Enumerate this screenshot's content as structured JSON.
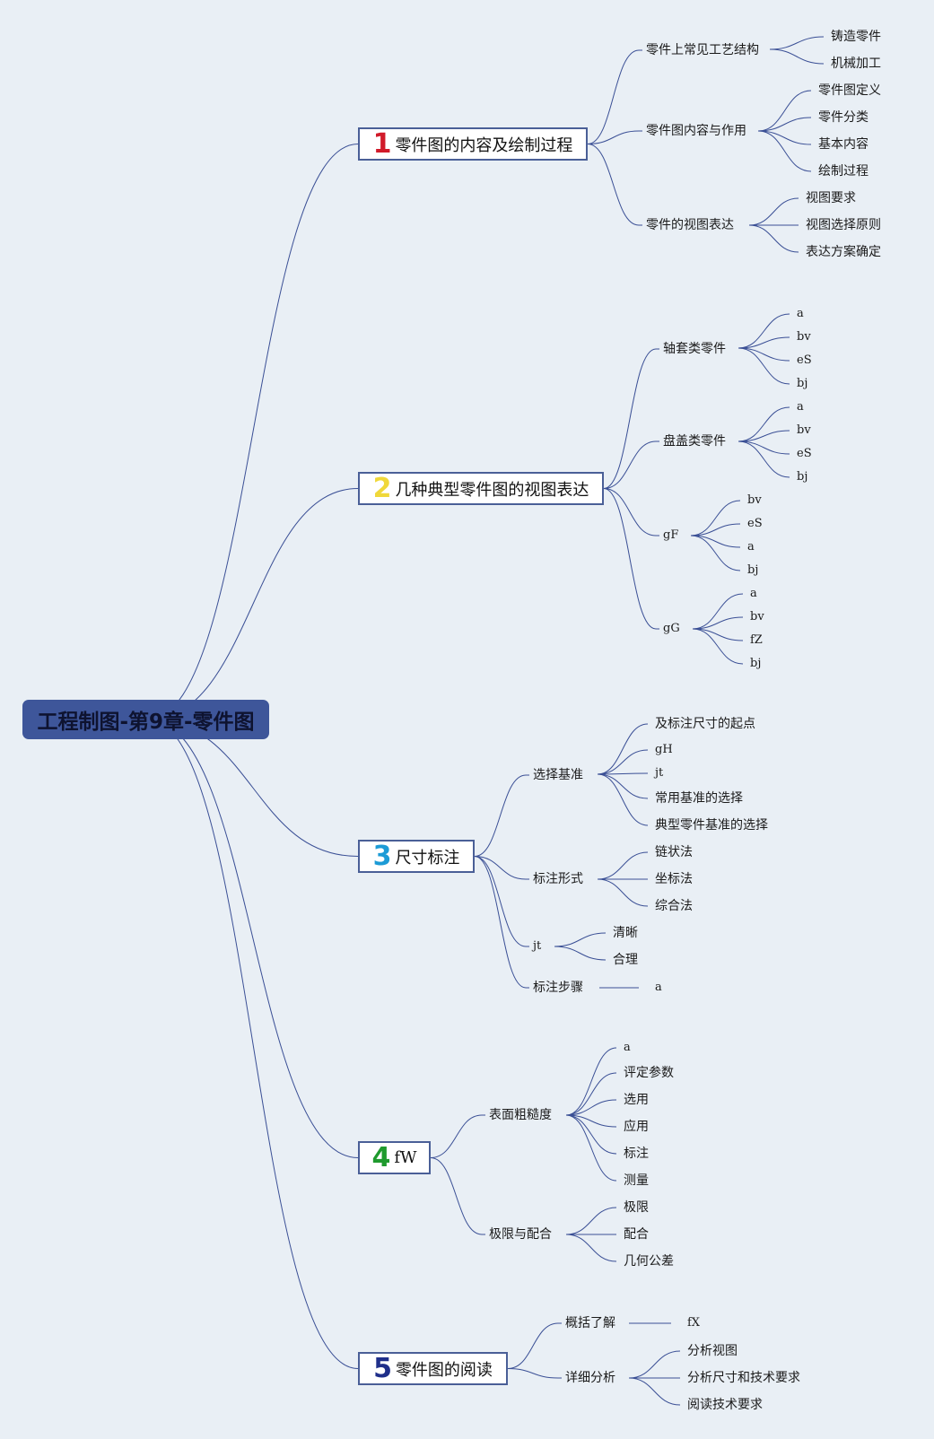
{
  "root": "工程制图-第9章-零件图",
  "colors": {
    "num1": "#d11b2a",
    "num2": "#f0d83a",
    "num3": "#1c9bd6",
    "num4": "#1f9a2e",
    "num5": "#1f2f8a"
  },
  "branches": [
    {
      "num": "1",
      "label": "零件图的内容及绘制过程",
      "children": [
        {
          "label": "零件上常见工艺结构",
          "children": [
            "铸造零件",
            "机械加工"
          ]
        },
        {
          "label": "零件图内容与作用",
          "children": [
            "零件图定义",
            "零件分类",
            "基本内容",
            "绘制过程"
          ]
        },
        {
          "label": "零件的视图表达",
          "children": [
            "视图要求",
            "视图选择原则",
            "表达方案确定"
          ]
        }
      ]
    },
    {
      "num": "2",
      "label": "几种典型零件图的视图表达",
      "children": [
        {
          "label": "轴套类零件",
          "children": [
            "a",
            "bv",
            "eS",
            "bj"
          ]
        },
        {
          "label": "盘盖类零件",
          "children": [
            "a",
            "bv",
            "eS",
            "bj"
          ]
        },
        {
          "label": "gF",
          "children": [
            "bv",
            "eS",
            "a",
            "bj"
          ]
        },
        {
          "label": "gG",
          "children": [
            "a",
            "bv",
            "fZ",
            "bj"
          ]
        }
      ]
    },
    {
      "num": "3",
      "label": "尺寸标注",
      "children": [
        {
          "label": "选择基准",
          "children": [
            "及标注尺寸的起点",
            "gH",
            "jt",
            "常用基准的选择",
            "典型零件基准的选择"
          ]
        },
        {
          "label": "标注形式",
          "children": [
            "链状法",
            "坐标法",
            "综合法"
          ]
        },
        {
          "label": "jt",
          "children": [
            "清晰",
            "合理"
          ]
        },
        {
          "label": "标注步骤",
          "children": [
            "a"
          ]
        }
      ]
    },
    {
      "num": "4",
      "label": "fW",
      "children": [
        {
          "label": "表面粗糙度",
          "children": [
            "a",
            "评定参数",
            "选用",
            "应用",
            "标注",
            "测量"
          ]
        },
        {
          "label": "极限与配合",
          "children": [
            "极限",
            "配合",
            "几何公差"
          ]
        }
      ]
    },
    {
      "num": "5",
      "label": "零件图的阅读",
      "children": [
        {
          "label": "概括了解",
          "children": [
            "fX"
          ]
        },
        {
          "label": "详细分析",
          "children": [
            "分析视图",
            "分析尺寸和技术要求",
            "阅读技术要求"
          ]
        }
      ]
    }
  ]
}
